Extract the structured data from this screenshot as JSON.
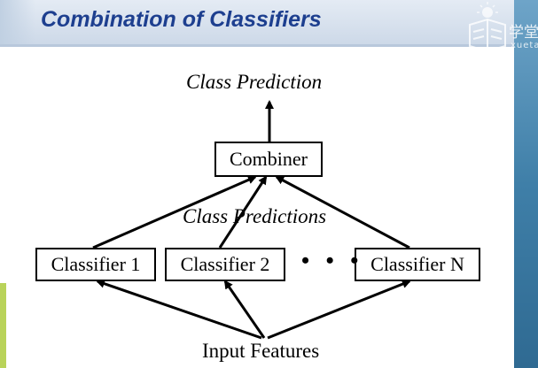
{
  "slide": {
    "title": "Combination of Classifiers"
  },
  "watermark": {
    "text": "学堂",
    "subtext": "xueta"
  },
  "diagram": {
    "output_label": "Class  Prediction",
    "combiner_label": "Combiner",
    "middle_label": "Class  Predictions",
    "classifiers": [
      "Classifier 1",
      "Classifier 2",
      "Classifier N"
    ],
    "ellipsis": "• • •",
    "input_label": "Input Features"
  }
}
